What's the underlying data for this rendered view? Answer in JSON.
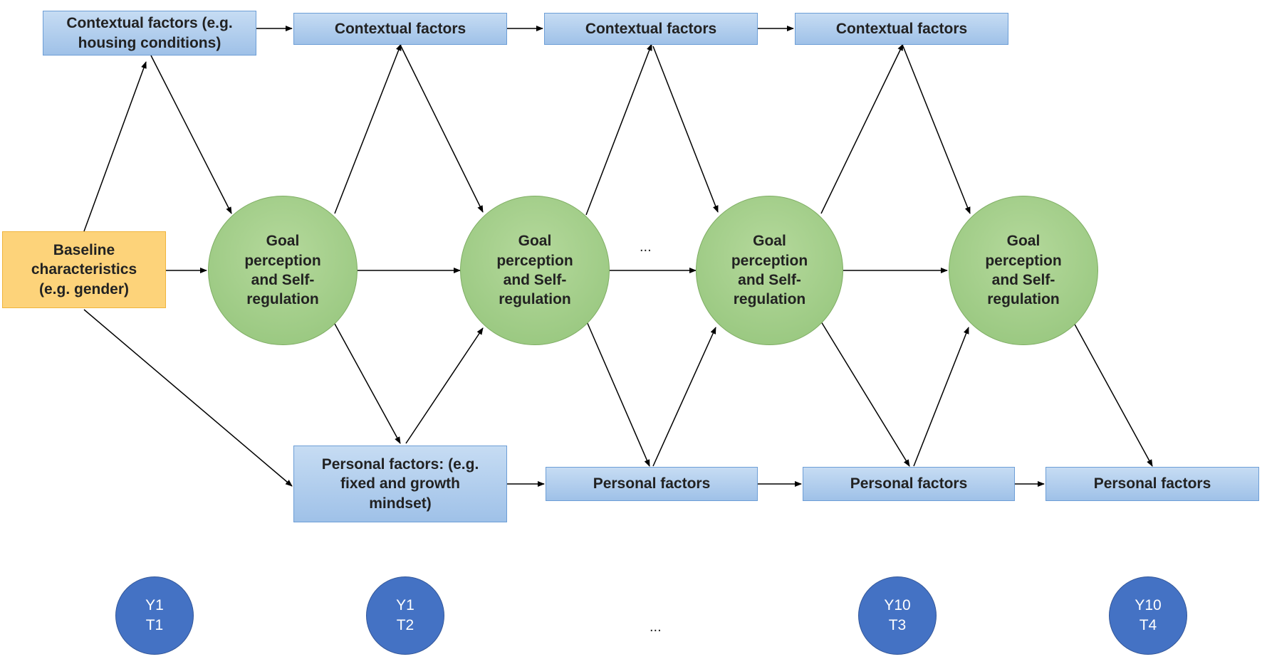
{
  "contextual": {
    "first": "Contextual factors (e.g.\nhousing conditions)",
    "second": "Contextual factors",
    "third": "Contextual factors",
    "fourth": "Contextual factors"
  },
  "baseline": "Baseline\ncharacteristics\n(e.g. gender)",
  "goal": {
    "first": "Goal\nperception\nand Self-\nregulation",
    "second": "Goal\nperception\nand Self-\nregulation",
    "third": "Goal\nperception\nand Self-\nregulation",
    "fourth": "Goal\nperception\nand Self-\nregulation"
  },
  "personal": {
    "first": "Personal factors: (e.g.\nfixed and growth\nmindset)",
    "second": "Personal factors",
    "third": "Personal factors",
    "fourth": "Personal factors"
  },
  "ellipsis_middle": "...",
  "ellipsis_bottom": "...",
  "timepoints": [
    {
      "year": "Y1",
      "time": "T1"
    },
    {
      "year": "Y1",
      "time": "T2"
    },
    {
      "year": "Y10",
      "time": "T3"
    },
    {
      "year": "Y10",
      "time": "T4"
    }
  ],
  "colors": {
    "contextual": "#9fc1e8",
    "personal": "#9fc1e8",
    "baseline": "#fdd37a",
    "goal": "#93c47a",
    "timepoint": "#4472c4",
    "arrow": "#000000"
  }
}
